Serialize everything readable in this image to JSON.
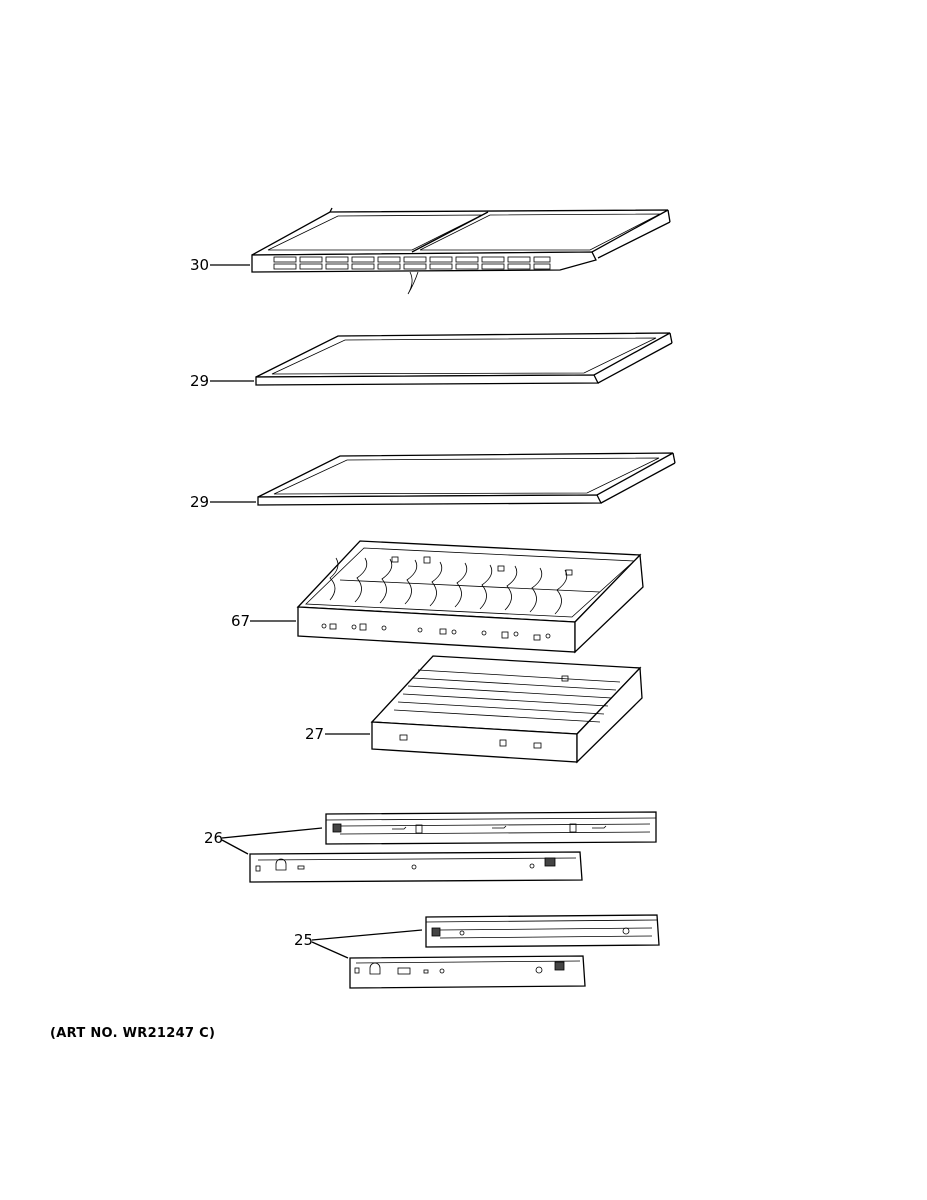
{
  "callouts": {
    "c30": "30",
    "c29a": "29",
    "c29b": "29",
    "c67": "67",
    "c27": "27",
    "c26": "26",
    "c25": "25"
  },
  "art_number": "(ART NO. WR21247 C)"
}
